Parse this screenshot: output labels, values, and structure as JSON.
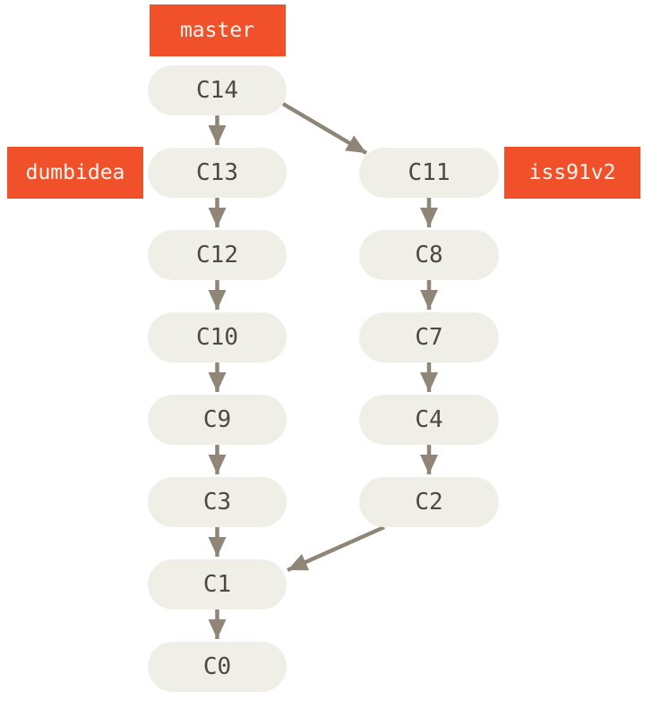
{
  "diagram": {
    "type": "git-commit-graph",
    "colors": {
      "background": "#ffffff",
      "label_bg": "#f0502a",
      "label_text": "#f7f6f0",
      "node_fill": "#f0efe7",
      "node_text": "#4d4840",
      "arrow": "#8f8678"
    },
    "nodes": [
      {
        "id": "C14",
        "col": 0,
        "row": 0
      },
      {
        "id": "C13",
        "col": 0,
        "row": 1
      },
      {
        "id": "C12",
        "col": 0,
        "row": 2
      },
      {
        "id": "C10",
        "col": 0,
        "row": 3
      },
      {
        "id": "C9",
        "col": 0,
        "row": 4
      },
      {
        "id": "C3",
        "col": 0,
        "row": 5
      },
      {
        "id": "C1",
        "col": 0,
        "row": 6
      },
      {
        "id": "C0",
        "col": 0,
        "row": 7
      },
      {
        "id": "C11",
        "col": 1,
        "row": 1
      },
      {
        "id": "C8",
        "col": 1,
        "row": 2
      },
      {
        "id": "C7",
        "col": 1,
        "row": 3
      },
      {
        "id": "C4",
        "col": 1,
        "row": 4
      },
      {
        "id": "C2",
        "col": 1,
        "row": 5
      }
    ],
    "edges": [
      {
        "from": "C14",
        "to": "C13"
      },
      {
        "from": "C13",
        "to": "C12"
      },
      {
        "from": "C12",
        "to": "C10"
      },
      {
        "from": "C10",
        "to": "C9"
      },
      {
        "from": "C9",
        "to": "C3"
      },
      {
        "from": "C3",
        "to": "C1"
      },
      {
        "from": "C1",
        "to": "C0"
      },
      {
        "from": "C14",
        "to": "C11"
      },
      {
        "from": "C11",
        "to": "C8"
      },
      {
        "from": "C8",
        "to": "C7"
      },
      {
        "from": "C7",
        "to": "C4"
      },
      {
        "from": "C4",
        "to": "C2"
      },
      {
        "from": "C2",
        "to": "C1"
      }
    ],
    "branch_labels": [
      {
        "text": "master",
        "target": "C14",
        "position": "top"
      },
      {
        "text": "dumbidea",
        "target": "C13",
        "position": "left"
      },
      {
        "text": "iss91v2",
        "target": "C11",
        "position": "right"
      }
    ]
  }
}
